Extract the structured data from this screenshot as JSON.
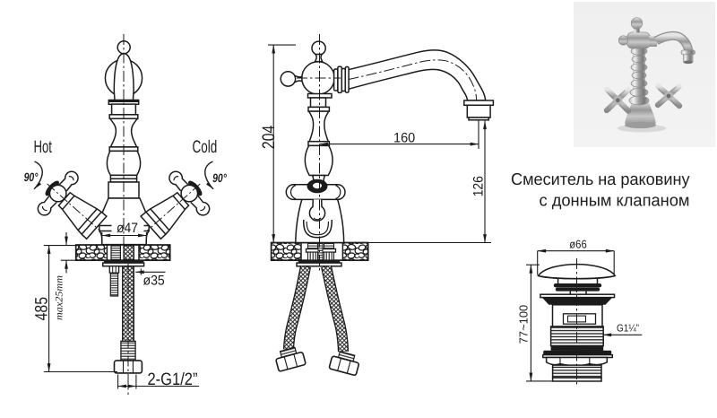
{
  "page": {
    "background": "#ffffff",
    "line_color": "#1b1b1b",
    "photo_background": "#f1f1f1"
  },
  "caption": {
    "line1": "Смеситель на раковину",
    "line2": "с донным клапаном"
  },
  "front_view": {
    "hot_label": "Hot",
    "cold_label": "Cold",
    "hot_rotation": "90°",
    "cold_rotation": "90°",
    "base_diameter": "ø47",
    "shank_diameter": "ø35",
    "hose_length": "485",
    "deck_thickness": "max25mm",
    "connection_thread": "2-G1/2”"
  },
  "side_view": {
    "total_height": "204",
    "spout_reach": "160",
    "spout_outlet_height": "126"
  },
  "drain_valve": {
    "cap_diameter": "ø66",
    "height_range": "77~100",
    "thread": "G1¼”"
  }
}
